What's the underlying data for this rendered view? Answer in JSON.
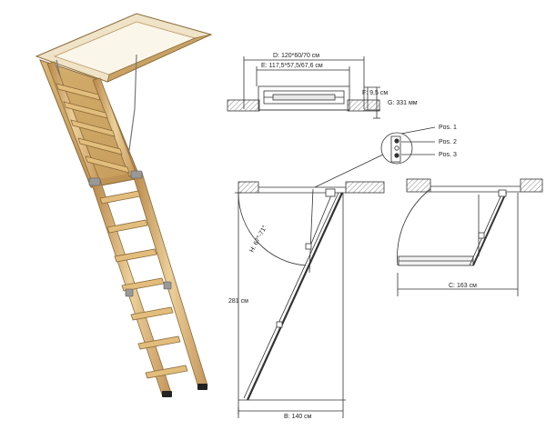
{
  "labels": {
    "width_d": "D: 120*60/70 см",
    "width_e": "E: 117,5*57,5/67,6 см",
    "frame_f": "F: 9,5 см",
    "height_g": "G: 331 мм",
    "pos1": "Pos. 1",
    "pos2": "Pos. 2",
    "pos3": "Pos. 3",
    "angle_h": "H: 67°-71°",
    "height_total": "281 см",
    "length_b": "B: 140 см",
    "length_c": "C: 163 см"
  },
  "colors": {
    "wood_light": "#e9c88a",
    "wood_mid": "#d7ab62",
    "wood_dark": "#a97b3a",
    "line": "#333333",
    "hatch": "#555555"
  }
}
